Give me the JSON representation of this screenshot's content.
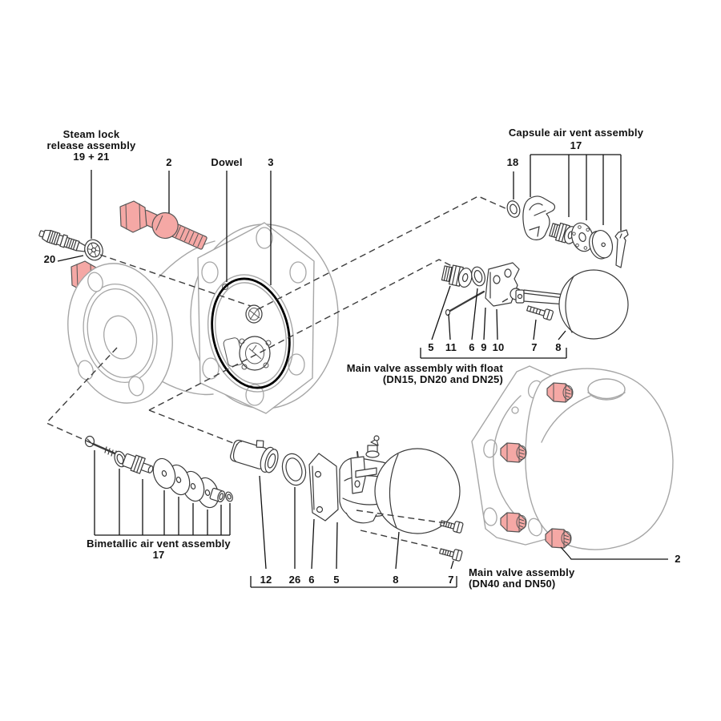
{
  "labels": {
    "steam_lock_line1": "Steam lock",
    "steam_lock_line2": "release assembly",
    "steam_lock_line3": "19 + 21",
    "n2_top": "2",
    "dowel": "Dowel",
    "n3": "3",
    "n20": "20",
    "capsule_title": "Capsule air vent assembly",
    "capsule_num": "17",
    "n18": "18",
    "float_title_line1": "Main valve assembly with float",
    "float_title_line2": "(DN15, DN20 and DN25)",
    "bimetallic_title": "Bimetallic air vent assembly",
    "bimetallic_num": "17",
    "dn40_title_line1": "Main valve assembly",
    "dn40_title_line2": "(DN40 and DN50)",
    "n2_bottom": "2"
  },
  "float_assembly_numbers": [
    "5",
    "11",
    "6",
    "9",
    "10",
    "7",
    "8"
  ],
  "dn40_assembly_numbers": [
    "12",
    "26",
    "6",
    "5",
    "8",
    "7"
  ],
  "colors": {
    "highlight": "#f5a8a5",
    "outline_dark": "#3a3a3a",
    "outline_light": "#a6a6a6",
    "label_text": "#111111"
  }
}
